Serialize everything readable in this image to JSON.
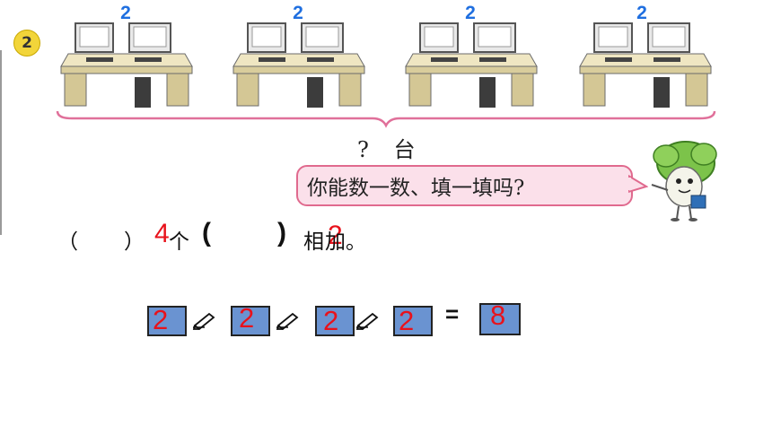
{
  "badge_number": "2",
  "station_counts": [
    "2",
    "2",
    "2",
    "2"
  ],
  "question_label": "? 台",
  "speech_bubble": "你能数一数、填一填吗?",
  "sentence": {
    "paren_open_1": "（",
    "paren_close_1": "）",
    "answer_groups": "4",
    "ge": "个",
    "paren_open_2": "(",
    "paren_close_2": ")",
    "answer_each": "2",
    "xiang": "相",
    "jia": "加。"
  },
  "equation": {
    "addends": [
      "2",
      "2",
      "2",
      "2"
    ],
    "equals": "=",
    "result": "8"
  },
  "colors": {
    "count_blue": "#1f6fe0",
    "answer_red": "#e8121b",
    "box_fill": "#6a93d1",
    "bubble_fill": "#fbe0ea",
    "bubble_border": "#e06a8e",
    "desk": "#e6dcb5"
  }
}
